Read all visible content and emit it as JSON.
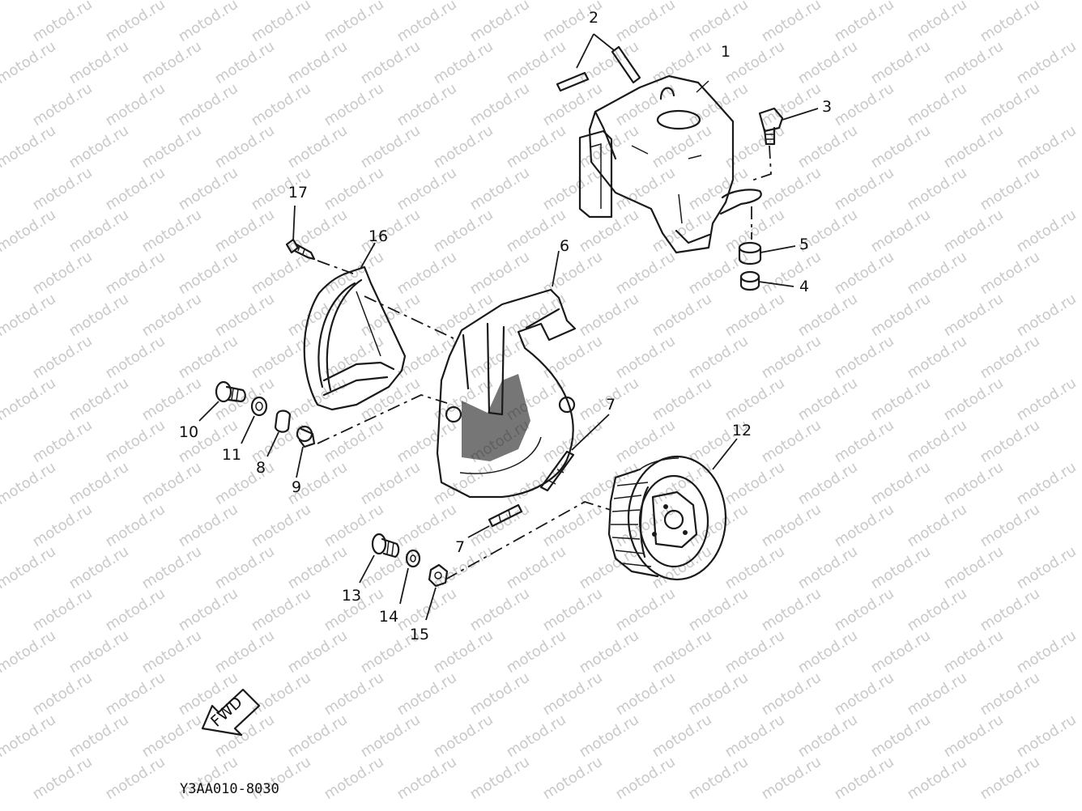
{
  "watermark": "motod.ru",
  "labels": {
    "p1": "1",
    "p2": "2",
    "p3": "3",
    "p4": "4",
    "p5": "5",
    "p6": "6",
    "p7a": "7",
    "p7b": "7",
    "p8": "8",
    "p9": "9",
    "p10": "10",
    "p11": "11",
    "p12": "12",
    "p13": "13",
    "p14": "14",
    "p15": "15",
    "p16": "16",
    "p17": "17"
  },
  "fwd_label": "FWD",
  "drawing_code": "Y3AA010-8030",
  "colors": {
    "line": "#1a1a1a",
    "watermark": "#c9c9c9",
    "background": "#ffffff"
  }
}
